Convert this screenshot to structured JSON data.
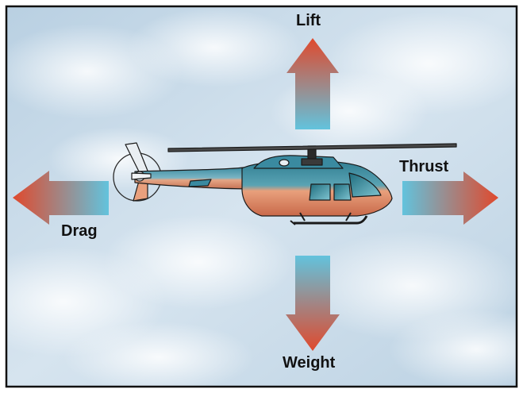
{
  "forces": {
    "lift": "Lift",
    "thrust": "Thrust",
    "drag": "Drag",
    "weight": "Weight"
  },
  "colors": {
    "arrow_tip": "#e0492d",
    "arrow_base": "#62c3dd",
    "sky": "#c9dbe9",
    "hull_top": "#2f7d92",
    "hull_bottom": "#e8a07c",
    "frame_border": "#111111"
  },
  "icons": {
    "aircraft": "helicopter-illustration"
  }
}
